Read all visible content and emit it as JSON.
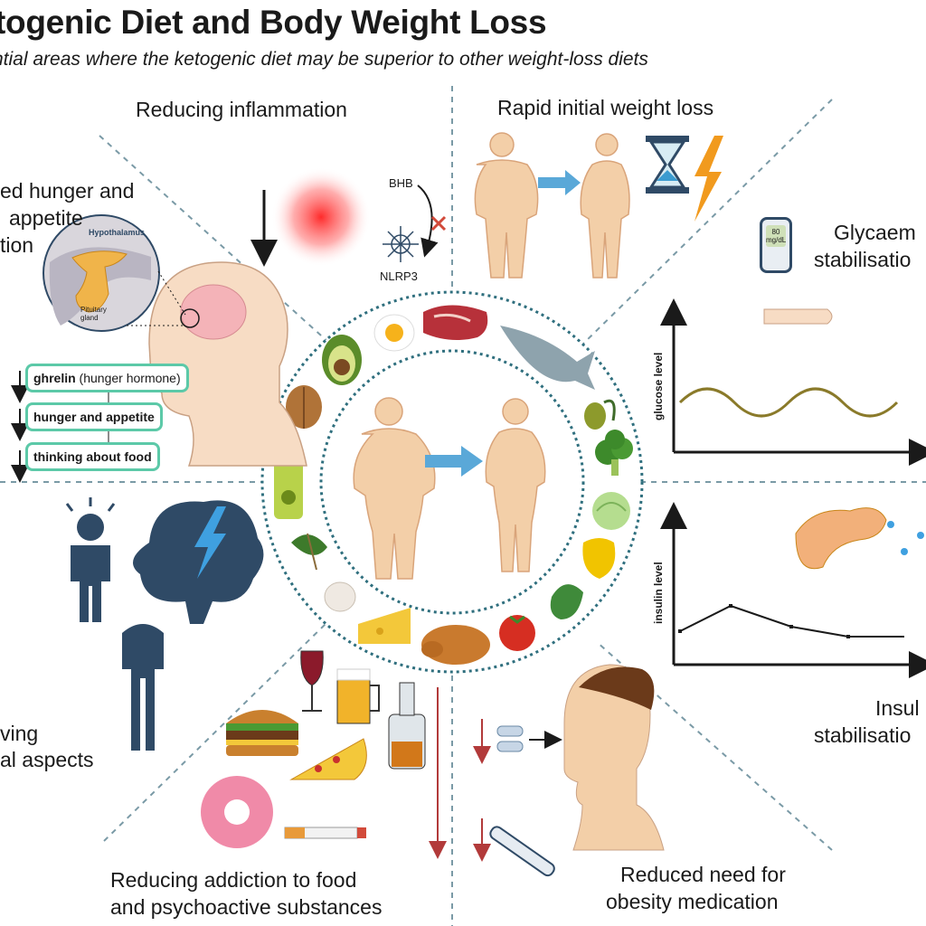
{
  "title": "togenic Diet and Body Weight Loss",
  "subtitle": "ntial areas where the ketogenic diet may be superior to other weight-loss diets",
  "sections": {
    "inflammation": "Reducing inflammation",
    "rapid_loss": "Rapid initial weight loss",
    "hunger_line1": "ed hunger and",
    "hunger_line2": "appetite",
    "hunger_line3": "tion",
    "glycaemic_line1": "Glycaem",
    "glycaemic_line2": "stabilisatio",
    "insulin_line1": "Insul",
    "insulin_line2": "stabilisatio",
    "psych_line1": "ving",
    "psych_line2": "al aspects",
    "addiction_line1": "Reducing addiction to food",
    "addiction_line2": "and psychoactive substances",
    "medication_line1": "Reduced need for",
    "medication_line2": "obesity medication"
  },
  "inflammation_labels": {
    "bhb": "BHB",
    "nlrp3": "NLRP3"
  },
  "brain_labels": {
    "hypothalamus": "Hypothalamus",
    "pituitary_line1": "Pituitary",
    "pituitary_line2": "gland"
  },
  "hunger_pills": [
    {
      "bold": "ghrelin",
      "rest": " (hunger hormone)"
    },
    {
      "bold": "hunger and appetite",
      "rest": ""
    },
    {
      "bold": "thinking about food",
      "rest": ""
    }
  ],
  "meter": {
    "value": "80",
    "unit": "mg/dL"
  },
  "axes": {
    "glucose": "glucose level",
    "insulin": "insulin level"
  },
  "colors": {
    "teal": "#2f6f7e",
    "dark_navy": "#2f4a66",
    "green_border": "#5cc9a8",
    "red_arrow": "#b23a3a",
    "blue_arrow": "#5aa8d8",
    "skin": "#f3cfa8"
  }
}
